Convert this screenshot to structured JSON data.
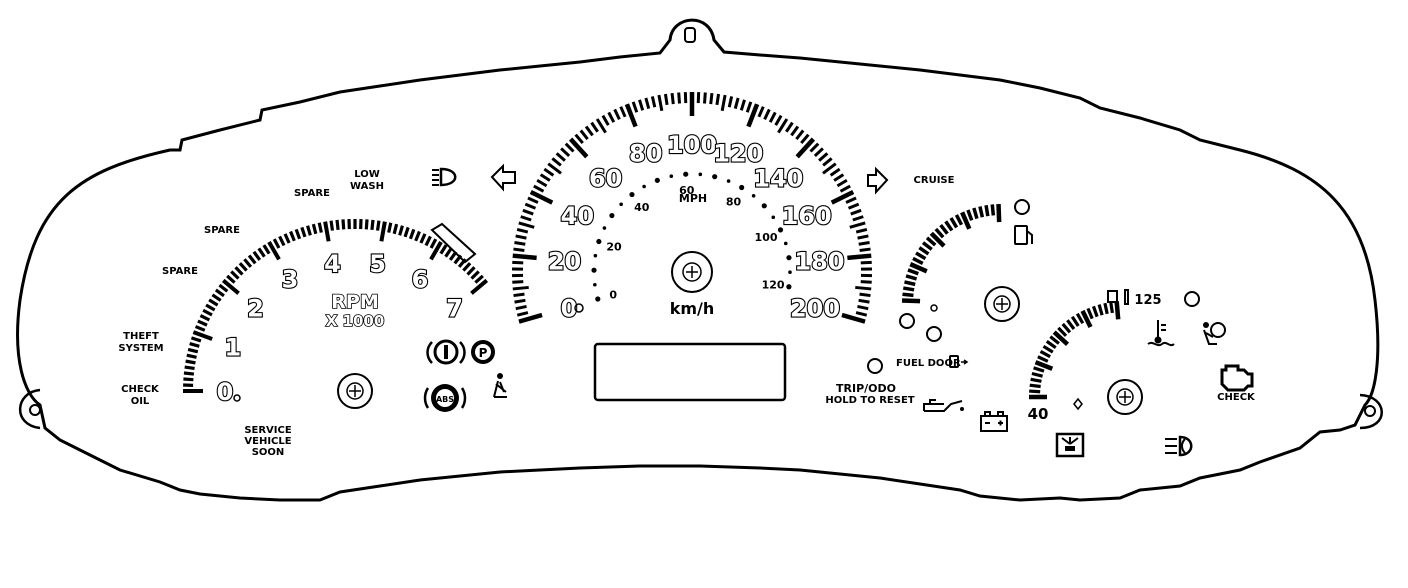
{
  "tachometer": {
    "labels": [
      "0",
      "1",
      "2",
      "3",
      "4",
      "5",
      "6",
      "7"
    ],
    "unit_line1": "RPM",
    "unit_line2": "X 1000"
  },
  "speedometer": {
    "kmh_labels": [
      "0",
      "20",
      "40",
      "60",
      "80",
      "100",
      "120",
      "140",
      "160",
      "180",
      "200"
    ],
    "mph_labels": [
      "0",
      "20",
      "40",
      "60",
      "80",
      "100",
      "120"
    ],
    "mph_unit": "MPH",
    "kmh_unit": "km/h"
  },
  "temp_gauge": {
    "low_label": "40",
    "high_label": "125"
  },
  "indicators": {
    "spare_1": "SPARE",
    "spare_2": "SPARE",
    "spare_3": "SPARE",
    "low_wash_1": "LOW",
    "low_wash_2": "WASH",
    "theft_1": "THEFT",
    "theft_2": "SYSTEM",
    "check_oil_1": "CHECK",
    "check_oil_2": "OIL",
    "service_1": "SERVICE",
    "service_2": "VEHICLE",
    "service_3": "SOON",
    "cruise": "CRUISE",
    "fuel_door": "FUEL DOOR",
    "trip_odo": "TRIP/ODO",
    "hold_to_reset": "HOLD TO RESET",
    "check": "CHECK",
    "abs": "ABS"
  },
  "icons": [
    "headlamp-icon",
    "turn-left-arrow-icon",
    "turn-right-arrow-icon",
    "brake-icon",
    "park-icon",
    "abs-icon",
    "seatbelt-icon",
    "fuel-pump-icon",
    "coolant-temp-icon",
    "airbag-icon",
    "check-engine-icon",
    "oil-can-icon",
    "battery-icon",
    "washer-icon",
    "fog-lamp-icon"
  ]
}
